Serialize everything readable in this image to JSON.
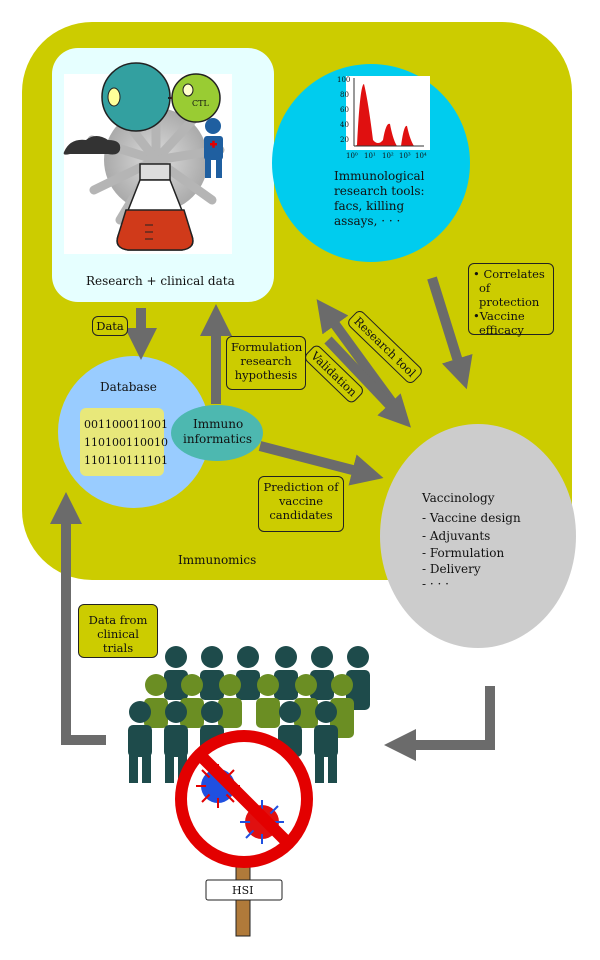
{
  "colors": {
    "immunomics_bg": "#cccc00",
    "research_box": "#e6ffff",
    "tools_circle": "#00ccee",
    "database_circle": "#99ccff",
    "immunoinformatics": "#4db8b0",
    "vaccinology": "#cccccc",
    "arrow": "#6b6b6b",
    "people_dark": "#1e4b4b",
    "people_light": "#6b8e23",
    "no_sign": "#e30000"
  },
  "research": {
    "caption": "Research + clinical data",
    "ctl_label": "CTL"
  },
  "tools": {
    "histogram_y_ticks": [
      "100",
      "80",
      "60",
      "40",
      "20"
    ],
    "histogram_x_ticks": [
      "10⁰",
      "10¹",
      "10²",
      "10³",
      "10⁴"
    ],
    "line1": "Immunological",
    "line2": "research tools:",
    "line3": "facs, killing",
    "line4": "assays, · · ·"
  },
  "data_label": "Data",
  "database": {
    "title": "Database",
    "binary": [
      "001100011001",
      "110100110010",
      "110110111101"
    ]
  },
  "immunoinformatics": {
    "line1": "Immuno",
    "line2": "informatics"
  },
  "hypothesis": {
    "line1": "Formulation",
    "line2": "research",
    "line3": "hypothesis"
  },
  "research_tool_label": "Research tool",
  "validation_label": "Validation",
  "correlates": {
    "item1_line1": "• Correlates",
    "item1_line2": "of protection",
    "item2_line1": "•Vaccine",
    "item2_line2": "efficacy"
  },
  "prediction": {
    "line1": "Prediction of",
    "line2": "vaccine",
    "line3": "candidates"
  },
  "immunomics_label": "Immunomics",
  "vaccinology": {
    "title": "Vaccinology",
    "items": [
      "- Vaccine design",
      "- Adjuvants",
      "- Formulation",
      "- Delivery",
      "- · · ·"
    ]
  },
  "clinical": {
    "line1": "Data from",
    "line2": "clinical trials"
  },
  "sign_label": "HSI"
}
